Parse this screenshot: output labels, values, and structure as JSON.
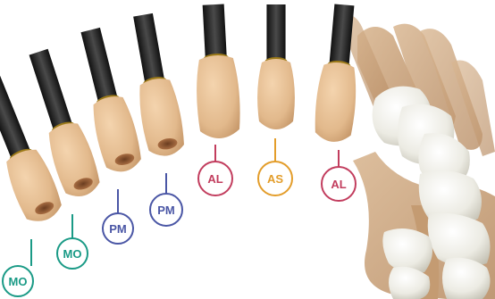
{
  "colors": {
    "molar": "#1a9a86",
    "premolar": "#4a56a5",
    "lateral": "#c23d5e",
    "central": "#e39d2a",
    "crown": "#e8c196",
    "shaft": "#2a2a2a",
    "collar": "#9c7a18"
  },
  "labels": [
    {
      "id": "mo-1",
      "text": "MO",
      "color_key": "molar"
    },
    {
      "id": "mo-2",
      "text": "MO",
      "color_key": "molar"
    },
    {
      "id": "pm-1",
      "text": "PM",
      "color_key": "premolar"
    },
    {
      "id": "pm-2",
      "text": "PM",
      "color_key": "premolar"
    },
    {
      "id": "al-1",
      "text": "AL",
      "color_key": "lateral"
    },
    {
      "id": "as-1",
      "text": "AS",
      "color_key": "central"
    },
    {
      "id": "al-2",
      "text": "AL",
      "color_key": "lateral"
    }
  ]
}
